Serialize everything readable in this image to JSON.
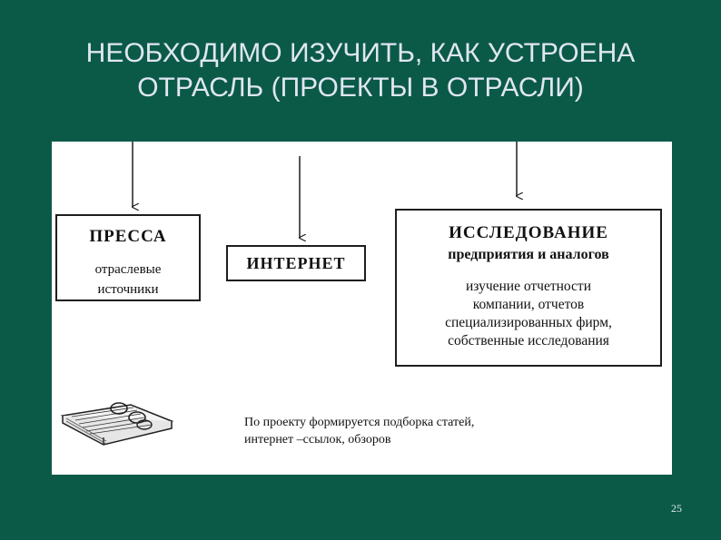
{
  "slide": {
    "title_lines": [
      "НЕОБХОДИМО ИЗУЧИТЬ, КАК УСТРОЕНА",
      "ОТРАСЛЬ (ПРОЕКТЫ В ОТРАСЛИ)"
    ],
    "page_number": "25"
  },
  "diagram": {
    "press": {
      "title": "ПРЕССА",
      "lines": [
        "отраслевые",
        "источники"
      ]
    },
    "internet": {
      "title": "ИНТЕРНЕТ"
    },
    "research": {
      "title": "ИССЛЕДОВАНИЕ",
      "subtitle": "предприятия и аналогов",
      "lines": [
        "изучение отчетности",
        "компании, отчетов",
        "специализированных фирм,",
        "собственные исследования"
      ]
    },
    "note_lines": [
      "По проекту формируется подборка статей,",
      "интернет –ссылок, обзоров"
    ],
    "icon": "notebook-icon"
  },
  "colors": {
    "background": "#0b5a47",
    "title_text": "#dfe6f2",
    "panel": "#ffffff"
  }
}
